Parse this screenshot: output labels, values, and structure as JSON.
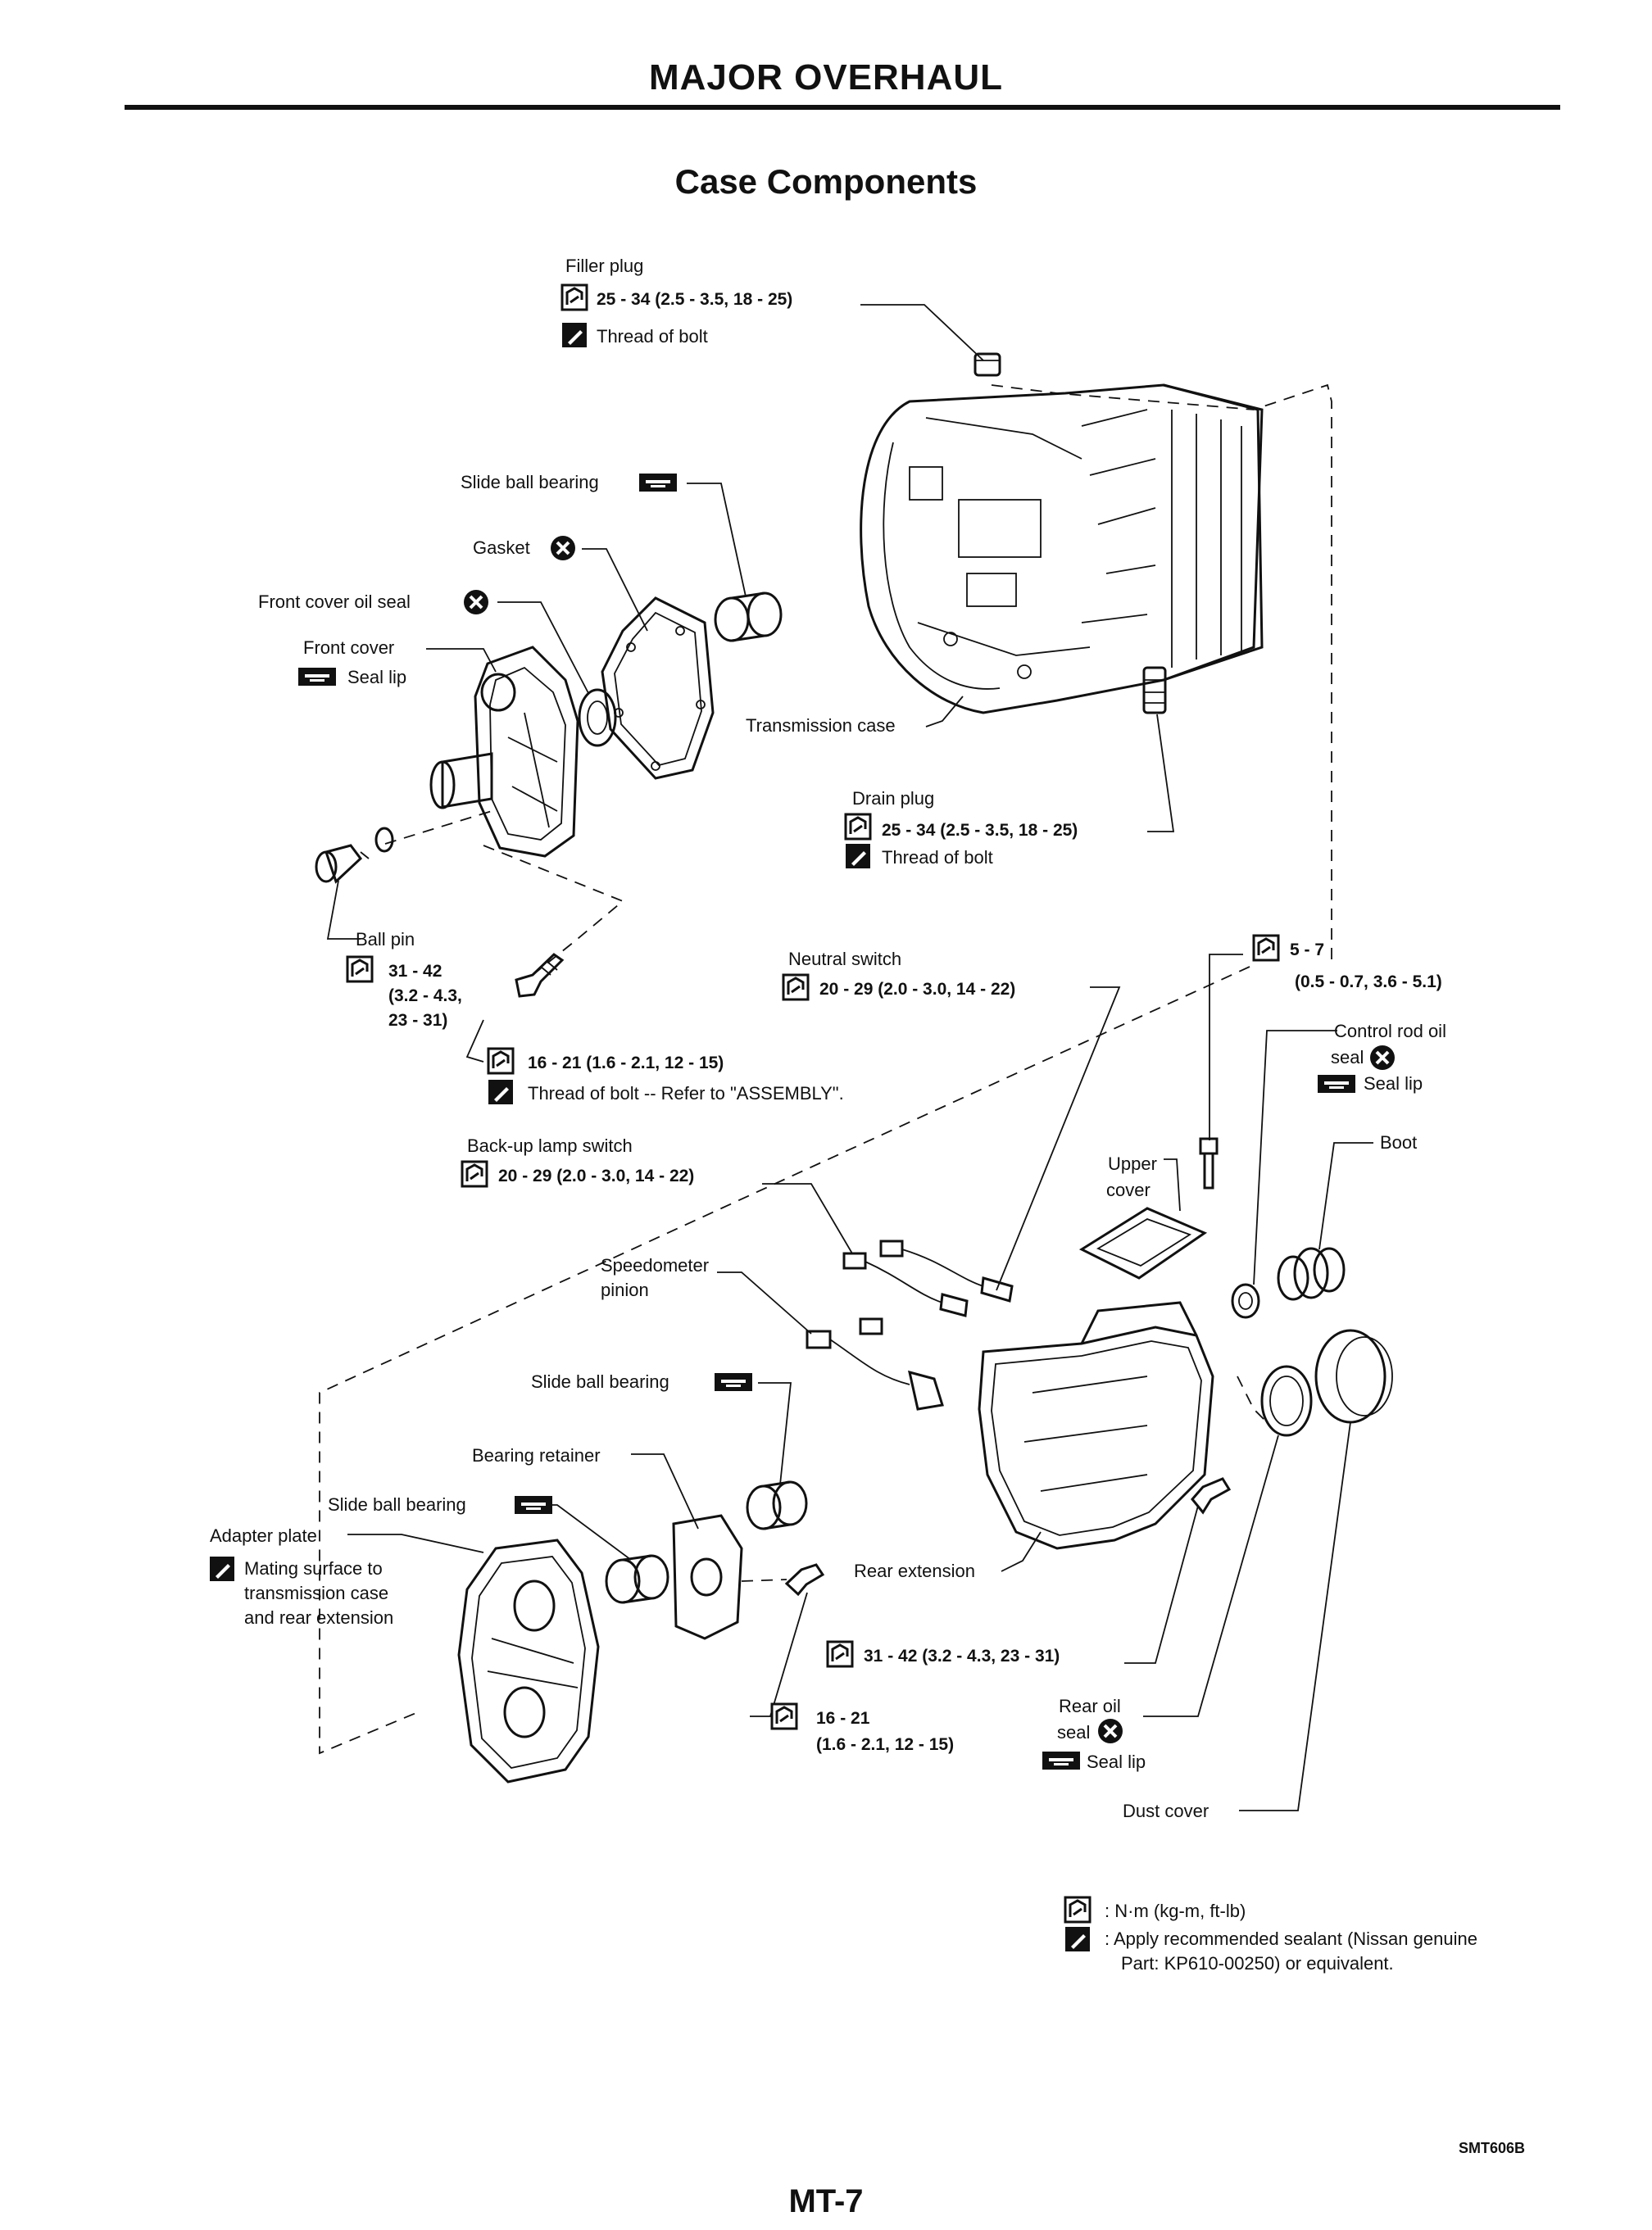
{
  "header": {
    "title": "MAJOR OVERHAUL"
  },
  "section": {
    "title": "Case Components"
  },
  "labels": {
    "filler_plug": "Filler plug",
    "filler_torque": "25 - 34 (2.5 - 3.5, 18 - 25)",
    "filler_sealant": "Thread of bolt",
    "slide_ball_bearing_top": "Slide ball bearing",
    "gasket": "Gasket",
    "front_cover_oil_seal": "Front cover oil seal",
    "front_cover": "Front cover",
    "front_cover_seal_lip": "Seal lip",
    "transmission_case": "Transmission case",
    "drain_plug": "Drain plug",
    "drain_torque": "25 - 34 (2.5 - 3.5, 18 - 25)",
    "drain_sealant": "Thread of bolt",
    "ball_pin": "Ball pin",
    "ball_pin_torque_1": "31 - 42",
    "ball_pin_torque_2": "(3.2 - 4.3,",
    "ball_pin_torque_3": "23 - 31)",
    "neutral_switch": "Neutral switch",
    "neutral_torque": "20 - 29 (2.0 - 3.0, 14 - 22)",
    "upper_cover_torque_1": "5 - 7",
    "upper_cover_torque_2": "(0.5 - 0.7, 3.6 - 5.1)",
    "control_rod_oil_seal_1": "Control rod oil",
    "control_rod_oil_seal_2": "seal",
    "control_rod_seal_lip": "Seal lip",
    "bolt_torque": "16 - 21 (1.6 - 2.1, 12 - 15)",
    "bolt_sealant": "Thread of bolt -- Refer to \"ASSEMBLY\".",
    "backup_lamp_switch": "Back-up lamp switch",
    "backup_torque": "20 - 29 (2.0 - 3.0, 14 - 22)",
    "upper_cover_1": "Upper",
    "upper_cover_2": "cover",
    "boot": "Boot",
    "speedometer_pinion_1": "Speedometer",
    "speedometer_pinion_2": "pinion",
    "slide_ball_bearing_mid": "Slide ball bearing",
    "bearing_retainer": "Bearing retainer",
    "slide_ball_bearing_low": "Slide ball bearing",
    "adapter_plate": "Adapter plate",
    "adapter_sealant_1": "Mating surface to",
    "adapter_sealant_2": "transmission case",
    "adapter_sealant_3": "and rear extension",
    "rear_extension": "Rear extension",
    "rear_torque": "31 - 42 (3.2 - 4.3, 23 - 31)",
    "retainer_torque_1": "16 - 21",
    "retainer_torque_2": "(1.6 - 2.1, 12 - 15)",
    "rear_oil_seal_1": "Rear oil",
    "rear_oil_seal_2": "seal",
    "rear_seal_lip": "Seal lip",
    "dust_cover": "Dust cover"
  },
  "legend": {
    "torque_units": ": N·m (kg-m, ft-lb)",
    "sealant_line_1": ": Apply recommended sealant (Nissan genuine",
    "sealant_line_2": "Part:  KP610-00250) or equivalent."
  },
  "footer": {
    "figure_code": "SMT606B",
    "page_number": "MT-7"
  }
}
